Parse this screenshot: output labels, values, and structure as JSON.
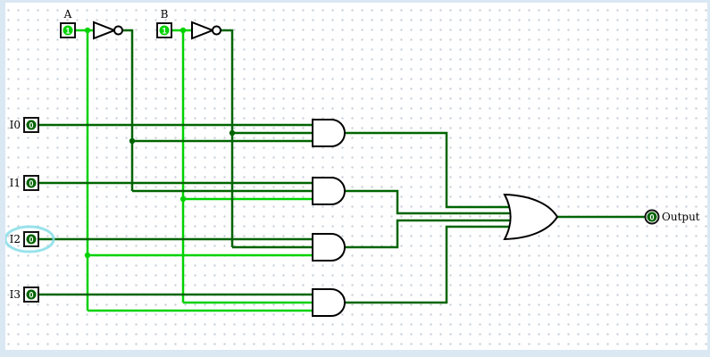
{
  "canvas": {
    "grid": "dotted"
  },
  "colors": {
    "on": "#00d200",
    "off": "#006400",
    "halo": "#86dde8",
    "frame": "#dae8f4",
    "grid_dot": "#c7d0d9",
    "gate_stroke": "#000000"
  },
  "select_inputs": [
    {
      "label": "A",
      "value": "1"
    },
    {
      "label": "B",
      "value": "1"
    }
  ],
  "data_inputs": [
    {
      "label": "I0",
      "value": "0"
    },
    {
      "label": "I1",
      "value": "0"
    },
    {
      "label": "I2",
      "value": "0",
      "selected": true
    },
    {
      "label": "I3",
      "value": "0"
    }
  ],
  "output": {
    "label": "Output",
    "value": "0"
  },
  "components": {
    "not_gates": 2,
    "and_gates": 4,
    "or_gates": 1
  }
}
